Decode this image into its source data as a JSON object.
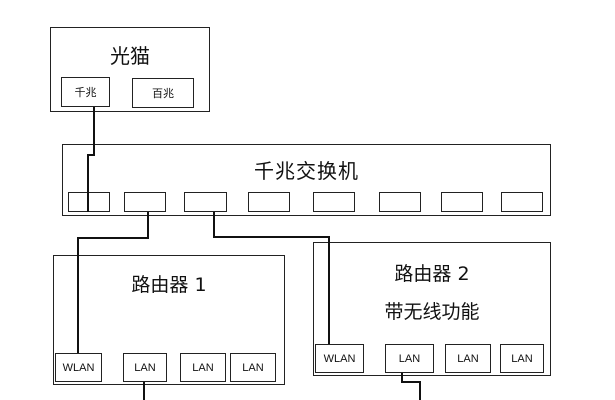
{
  "modem": {
    "title": "光猫",
    "ports": [
      "千兆",
      "百兆"
    ]
  },
  "switch": {
    "title": "千兆交换机",
    "port_count": 8
  },
  "router1": {
    "title": "路由器 1",
    "ports": [
      "WLAN",
      "LAN",
      "LAN",
      "LAN"
    ]
  },
  "router2": {
    "title": "路由器 2",
    "subtitle": "带无线功能",
    "ports": [
      "WLAN",
      "LAN",
      "LAN",
      "LAN"
    ]
  }
}
